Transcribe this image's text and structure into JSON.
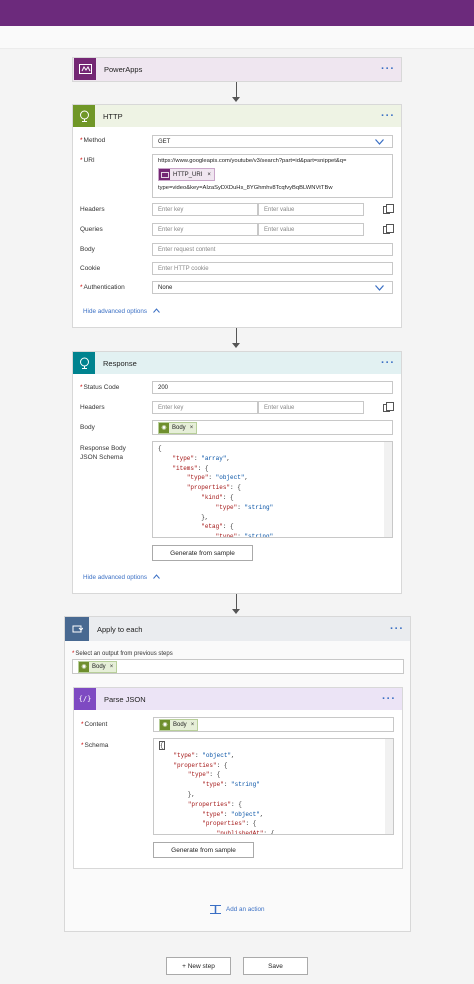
{
  "powerapps": {
    "title": "PowerApps"
  },
  "http": {
    "title": "HTTP",
    "method_label": "Method",
    "method_value": "GET",
    "uri_label": "URI",
    "uri_line1": "https://www.googleapis.com/youtube/v3/search?part=id&part=snippet&q=",
    "uri_token": "HTTP_URI",
    "uri_line2": "type=video&key=AIzaSyDXDuHs_8YGhmhv8TcqfvyBqBLWNVtTBw",
    "headers_label": "Headers",
    "queries_label": "Queries",
    "key_placeholder": "Enter key",
    "value_placeholder": "Enter value",
    "body_label": "Body",
    "body_placeholder": "Enter request content",
    "cookie_label": "Cookie",
    "cookie_placeholder": "Enter HTTP cookie",
    "auth_label": "Authentication",
    "auth_value": "None",
    "hide_advanced": "Hide advanced options"
  },
  "response": {
    "title": "Response",
    "status_label": "Status Code",
    "status_value": "200",
    "headers_label": "Headers",
    "key_placeholder": "Enter key",
    "value_placeholder": "Enter value",
    "body_label": "Body",
    "body_token": "Body",
    "schema_label": "Response Body JSON Schema",
    "generate_label": "Generate from sample",
    "hide_advanced": "Hide advanced options"
  },
  "apply": {
    "title": "Apply to each",
    "select_label": "Select an output from previous steps",
    "token": "Body",
    "add_action": "Add an action"
  },
  "parse": {
    "title": "Parse JSON",
    "content_label": "Content",
    "content_token": "Body",
    "schema_label": "Schema",
    "generate_label": "Generate from sample"
  },
  "footer": {
    "new_step": "+ New step",
    "save": "Save"
  },
  "colors": {
    "topbar": "#6c2a7c",
    "powerapps": "#742774",
    "http": "#709727",
    "response": "#00838f",
    "apply": "#486991",
    "parse": "#7e4ac2",
    "link": "#3a6fc4"
  }
}
